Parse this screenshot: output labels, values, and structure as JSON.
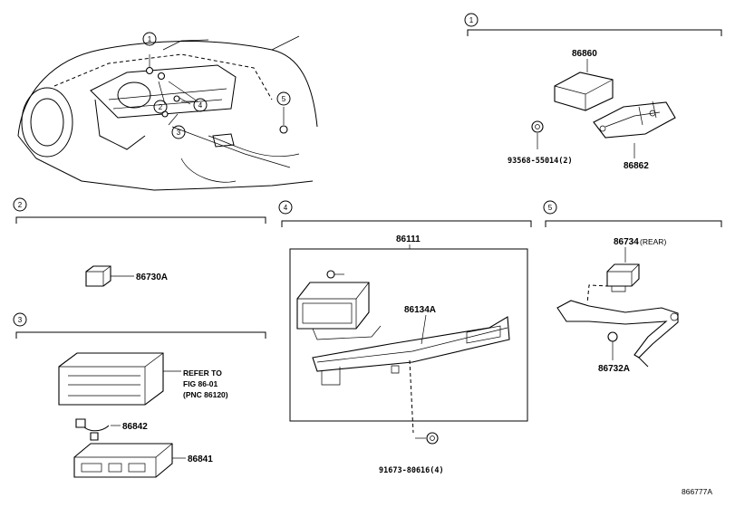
{
  "callouts": [
    "1",
    "2",
    "3",
    "4",
    "5"
  ],
  "sections": {
    "s1": {
      "num": "1",
      "parts": [
        "86860",
        "93568-55014(2)",
        "86862"
      ]
    },
    "s2": {
      "num": "2",
      "parts": [
        "86730A"
      ]
    },
    "s3": {
      "num": "3",
      "parts": [
        "86842",
        "86841"
      ],
      "refer": [
        "REFER TO",
        "FIG 86-01",
        "(PNC 86120)"
      ]
    },
    "s4": {
      "num": "4",
      "parts": [
        "86111",
        "86134A",
        "91673-80616(4)"
      ]
    },
    "s5": {
      "num": "5",
      "parts": [
        "86734",
        "86732A"
      ],
      "note": "(REAR)"
    }
  },
  "figure_id": "866777A"
}
